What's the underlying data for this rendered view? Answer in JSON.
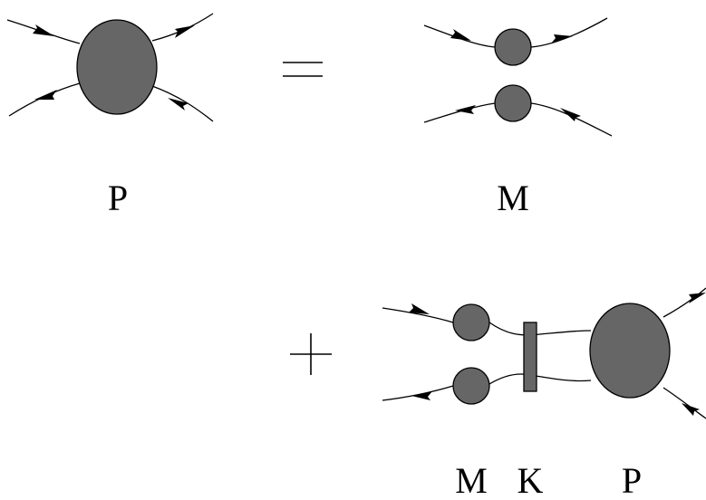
{
  "diagram": {
    "labels": {
      "p_left": "P",
      "m_top": "M",
      "m_bottom": "M",
      "k_bottom": "K",
      "p_bottom": "P"
    },
    "colors": {
      "blob_fill": "#666666",
      "stroke": "#000000",
      "background": "#ffffff"
    }
  }
}
